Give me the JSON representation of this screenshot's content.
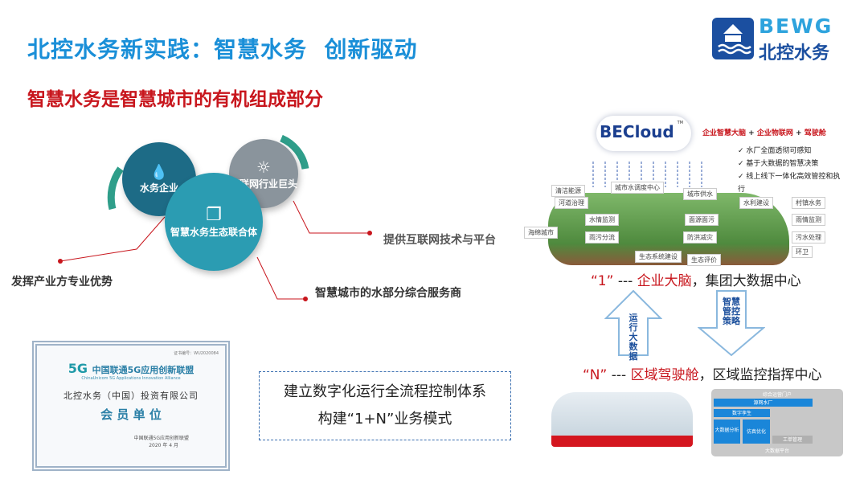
{
  "title": "北控水务新实践：智慧水务  创新驱动",
  "subtitle": "智慧水务是智慧城市的有机组成部分",
  "logo": {
    "en": "BEWG",
    "cn": "北控水务"
  },
  "circles": {
    "water_enterprise": "水务企业",
    "internet_giant": "互联网行业巨头",
    "ecosystem": "智慧水务生态联合体"
  },
  "labels": {
    "industry": "发挥产业方专业优势",
    "internet": "提供互联网技术与平台",
    "city": "智慧城市的水部分综合服务商"
  },
  "certificate": {
    "number": "证书编号：WU2020084",
    "alliance": "中国联通5G应用创新联盟",
    "alliance_en": "ChinaUnicom 5G Applications Innovation Alliance",
    "company": "北控水务（中国）投资有限公司",
    "member": "会 员 单 位",
    "issuer": "中国联通5G应用创新联盟",
    "date": "2020 年 4 月"
  },
  "system_box": {
    "line1": "建立数字化运行全流程控制体系",
    "line2": "构建“1+N”业务模式"
  },
  "becloud": {
    "name": "BECloud",
    "tm": "TM",
    "formula": [
      "企业智慧大脑",
      "+",
      "企业物联网",
      "+",
      "驾驶舱"
    ],
    "checks": [
      "水厂全面透彻可感知",
      "基于大数据的智慧决策",
      "线上线下一体化高效管控和执行"
    ],
    "chips": [
      "清洁能源",
      "城市水调度中心",
      "城市供水",
      "河道治理",
      "水利建设",
      "村镇水务",
      "水情监测",
      "海绵城市",
      "面源面污",
      "雨情监测",
      "雨污分流",
      "防洪减灾",
      "污水处理",
      "生态系统建设",
      "生态评价",
      "环卫"
    ]
  },
  "one": {
    "quote": "“1”",
    "sep": " --- ",
    "red": "企业大脑",
    "rest": "，集团大数据中心"
  },
  "n": {
    "quote": "“N”",
    "sep": " --- ",
    "red": "区域驾驶舱",
    "rest": "，区域监控指挥中心"
  },
  "arrows": {
    "up": "运行大数据",
    "down": "智慧管控策略"
  },
  "diagram": {
    "top": "综合运营门户",
    "b1": "源网水厂",
    "b2": "数字孪生",
    "b3": "大数据分析",
    "b4": "仿真优化",
    "b5": "工单管理",
    "bottom": "大数据平台"
  }
}
